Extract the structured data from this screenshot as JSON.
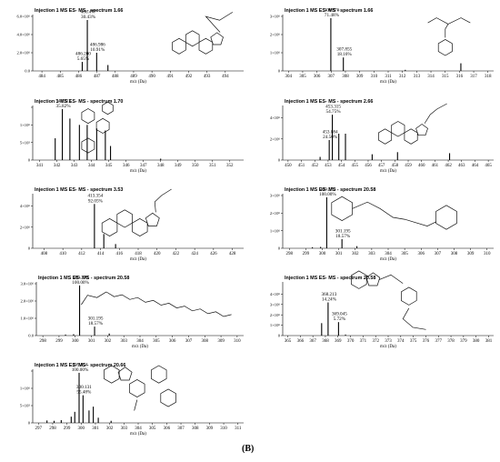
{
  "figure_label": "(B)",
  "chart_data": [
    {
      "type": "bar",
      "title": "Injection 1 MS ES- MS - spectrum 1.66",
      "xlabel": "m/z (Da)",
      "xlim": [
        483.5,
        495
      ],
      "xticks": [
        484,
        485,
        486,
        487,
        488,
        489,
        490,
        491,
        492,
        493,
        494
      ],
      "ylim": [
        0,
        6000000
      ],
      "yticks": [
        {
          "v": 0,
          "label": "0.0"
        },
        {
          "v": 2000000,
          "label": "2.0×10⁶"
        },
        {
          "v": 4000000,
          "label": "4.0×10⁶"
        },
        {
          "v": 6000000,
          "label": "6.0×10⁶"
        }
      ],
      "peaks": [
        {
          "x": 486.2,
          "y": 1000000,
          "label": "486.200\n5.65%"
        },
        {
          "x": 486.477,
          "y": 5600000,
          "label": "486.477\n30.43%"
        },
        {
          "x": 486.986,
          "y": 2000000,
          "label": "486.986\n10.91%"
        },
        {
          "x": 487.6,
          "y": 650000,
          "label": ""
        }
      ]
    },
    {
      "type": "bar",
      "title": "Injection 1 MS ES- MS - spectrum 1.66",
      "xlabel": "m/z (Da)",
      "xlim": [
        303.6,
        318.4
      ],
      "xticks": [
        304,
        305,
        306,
        307,
        308,
        309,
        310,
        311,
        312,
        313,
        314,
        315,
        316,
        317,
        318
      ],
      "ylim": [
        0,
        3000000
      ],
      "yticks": [
        {
          "v": 0,
          "label": "0"
        },
        {
          "v": 1000000,
          "label": "1×10⁶"
        },
        {
          "v": 2000000,
          "label": "2×10⁶"
        },
        {
          "v": 3000000,
          "label": "3×10⁶"
        }
      ],
      "peaks": [
        {
          "x": 306.976,
          "y": 2900000,
          "label": "306.976\n71.48%"
        },
        {
          "x": 307.855,
          "y": 740000,
          "label": "307.855\n18.16%"
        },
        {
          "x": 312.2,
          "y": 60000,
          "label": ""
        },
        {
          "x": 316.1,
          "y": 420000,
          "label": ""
        }
      ]
    },
    {
      "type": "bar",
      "title": "Injection 1 MS ES- MS - spectrum 1.70",
      "xlabel": "m/z (Da)",
      "xlim": [
        340.6,
        352.8
      ],
      "xticks": [
        341,
        342,
        343,
        344,
        345,
        346,
        347,
        348,
        349,
        350,
        351,
        352
      ],
      "ylim": [
        0,
        1500000
      ],
      "yticks": [
        {
          "v": 0,
          "label": "0"
        },
        {
          "v": 500000,
          "label": "5×10⁵"
        },
        {
          "v": 1000000,
          "label": "1×10⁶"
        },
        {
          "v": 1500000,
          "label": ""
        }
      ],
      "peaks": [
        {
          "x": 341.9,
          "y": 620000,
          "label": ""
        },
        {
          "x": 342.312,
          "y": 1450000,
          "label": "342.312\n35.82%"
        },
        {
          "x": 342.75,
          "y": 1180000,
          "label": ""
        },
        {
          "x": 343.3,
          "y": 1000000,
          "label": ""
        },
        {
          "x": 343.75,
          "y": 1000000,
          "label": ""
        },
        {
          "x": 344.3,
          "y": 900000,
          "label": ""
        },
        {
          "x": 344.8,
          "y": 840000,
          "label": ""
        },
        {
          "x": 345.1,
          "y": 400000,
          "label": ""
        },
        {
          "x": 348.0,
          "y": 40000,
          "label": ""
        }
      ]
    },
    {
      "type": "bar",
      "title": "Injection 1 MS ES- MS - spectrum 2.66",
      "xlabel": "m/z (Da)",
      "xlim": [
        449.6,
        465.4
      ],
      "xticks": [
        450,
        451,
        452,
        453,
        454,
        455,
        456,
        457,
        458,
        459,
        460,
        461,
        462,
        463,
        464,
        465
      ],
      "ylim": [
        0,
        5000000
      ],
      "yticks": [
        {
          "v": 0,
          "label": "0"
        },
        {
          "v": 2000000,
          "label": "2×10⁶"
        },
        {
          "v": 4000000,
          "label": "4×10⁶"
        }
      ],
      "peaks": [
        {
          "x": 452.4,
          "y": 300000,
          "label": ""
        },
        {
          "x": 453.084,
          "y": 1900000,
          "label": "453.084\n24.50%"
        },
        {
          "x": 453.315,
          "y": 4300000,
          "label": "453.315\n54.75%"
        },
        {
          "x": 453.8,
          "y": 2500000,
          "label": ""
        },
        {
          "x": 454.3,
          "y": 2500000,
          "label": ""
        },
        {
          "x": 456.3,
          "y": 550000,
          "label": ""
        },
        {
          "x": 458.2,
          "y": 750000,
          "label": ""
        },
        {
          "x": 462.1,
          "y": 650000,
          "label": ""
        }
      ]
    },
    {
      "type": "bar",
      "title": "Injection 1 MS ES- MS - spectrum 3.53",
      "xlabel": "m/z (Da)",
      "xlim": [
        406.8,
        429.2
      ],
      "xticks": [
        408,
        410,
        412,
        414,
        416,
        418,
        420,
        422,
        424,
        426,
        428
      ],
      "ylim": [
        0,
        5000000
      ],
      "yticks": [
        {
          "v": 0,
          "label": "0"
        },
        {
          "v": 2000000,
          "label": "2×10⁶"
        },
        {
          "v": 4000000,
          "label": "4×10⁶"
        }
      ],
      "peaks": [
        {
          "x": 413.354,
          "y": 4200000,
          "label": "413.354\n92.05%"
        },
        {
          "x": 414.35,
          "y": 1350000,
          "label": ""
        },
        {
          "x": 415.6,
          "y": 400000,
          "label": ""
        }
      ]
    },
    {
      "type": "bar",
      "title": "Injection 1 MS ES- MS - spectrum 20.58",
      "xlabel": "m/z (Da)",
      "xlim": [
        297.6,
        310.4
      ],
      "xticks": [
        298,
        299,
        300,
        301,
        302,
        303,
        304,
        305,
        306,
        307,
        308,
        309,
        310
      ],
      "ylim": [
        0,
        3000000
      ],
      "yticks": [
        {
          "v": 0,
          "label": "0"
        },
        {
          "v": 1000000,
          "label": "1×10⁶"
        },
        {
          "v": 2000000,
          "label": "2×10⁶"
        },
        {
          "v": 3000000,
          "label": "3×10⁶"
        }
      ],
      "peaks": [
        {
          "x": 299.4,
          "y": 60000,
          "label": ""
        },
        {
          "x": 299.9,
          "y": 80000,
          "label": ""
        },
        {
          "x": 300.27,
          "y": 2900000,
          "label": "300.270\n100.00%"
        },
        {
          "x": 301.195,
          "y": 520000,
          "label": "301.195\n18.57%"
        },
        {
          "x": 302.1,
          "y": 120000,
          "label": ""
        }
      ]
    },
    {
      "type": "bar",
      "title": "Injection 1 MS ES- MS - spectrum 20.58",
      "xlabel": "m/z (Da)",
      "xlim": [
        297.6,
        310.4
      ],
      "xticks": [
        298,
        299,
        300,
        301,
        302,
        303,
        304,
        305,
        306,
        307,
        308,
        309,
        310
      ],
      "ylim": [
        0,
        3000000
      ],
      "yticks": [
        {
          "v": 0,
          "label": "0.0"
        },
        {
          "v": 1000000,
          "label": "1.0×10⁶"
        },
        {
          "v": 2000000,
          "label": "2.0×10⁶"
        },
        {
          "v": 3000000,
          "label": "3.0×10⁶"
        }
      ],
      "peaks": [
        {
          "x": 299.4,
          "y": 60000,
          "label": ""
        },
        {
          "x": 299.9,
          "y": 80000,
          "label": ""
        },
        {
          "x": 300.27,
          "y": 2900000,
          "label": "300.270\n100.00%"
        },
        {
          "x": 301.195,
          "y": 520000,
          "label": "301.195\n18.57%"
        },
        {
          "x": 302.1,
          "y": 120000,
          "label": ""
        }
      ]
    },
    {
      "type": "bar",
      "title": "Injection 1 MS ES- MS - spectrum 20.58",
      "xlabel": "m/z (Da)",
      "xlim": [
        364.6,
        381.4
      ],
      "xticks": [
        365,
        366,
        367,
        368,
        369,
        370,
        371,
        372,
        373,
        374,
        375,
        376,
        377,
        378,
        379,
        380,
        381
      ],
      "ylim": [
        0,
        5000000
      ],
      "yticks": [
        {
          "v": 0,
          "label": "0"
        },
        {
          "v": 1000000,
          "label": "1×10⁶"
        },
        {
          "v": 2000000,
          "label": "2×10⁶"
        },
        {
          "v": 3000000,
          "label": "3×10⁶"
        },
        {
          "v": 4000000,
          "label": "4×10⁶"
        }
      ],
      "peaks": [
        {
          "x": 367.7,
          "y": 1200000,
          "label": ""
        },
        {
          "x": 368.213,
          "y": 3200000,
          "label": "368.213\n14.24%"
        },
        {
          "x": 369.045,
          "y": 1300000,
          "label": "369.045\n5.72%"
        },
        {
          "x": 369.6,
          "y": 100000,
          "label": ""
        }
      ]
    },
    {
      "type": "bar",
      "title": "Injection 1 MS ES- MS - spectrum 20.66",
      "xlabel": "m/z (Da)",
      "xlim": [
        296.6,
        311.4
      ],
      "xticks": [
        297,
        298,
        299,
        300,
        301,
        302,
        303,
        304,
        305,
        306,
        307,
        308,
        309,
        310,
        311
      ],
      "ylim": [
        0,
        1500000
      ],
      "yticks": [
        {
          "v": 0,
          "label": "0"
        },
        {
          "v": 500000,
          "label": "5×10⁵"
        },
        {
          "v": 1000000,
          "label": "1×10⁶"
        },
        {
          "v": 1500000,
          "label": ""
        }
      ],
      "peaks": [
        {
          "x": 297.6,
          "y": 70000,
          "label": ""
        },
        {
          "x": 298.1,
          "y": 60000,
          "label": ""
        },
        {
          "x": 298.6,
          "y": 80000,
          "label": ""
        },
        {
          "x": 299.3,
          "y": 180000,
          "label": ""
        },
        {
          "x": 299.55,
          "y": 320000,
          "label": ""
        },
        {
          "x": 299.854,
          "y": 1450000,
          "label": "299.854\n100.00%"
        },
        {
          "x": 300.131,
          "y": 800000,
          "label": "300.131\n55.48%"
        },
        {
          "x": 300.55,
          "y": 360000,
          "label": ""
        },
        {
          "x": 300.85,
          "y": 470000,
          "label": ""
        },
        {
          "x": 301.2,
          "y": 150000,
          "label": ""
        },
        {
          "x": 302.1,
          "y": 60000,
          "label": ""
        }
      ]
    }
  ]
}
